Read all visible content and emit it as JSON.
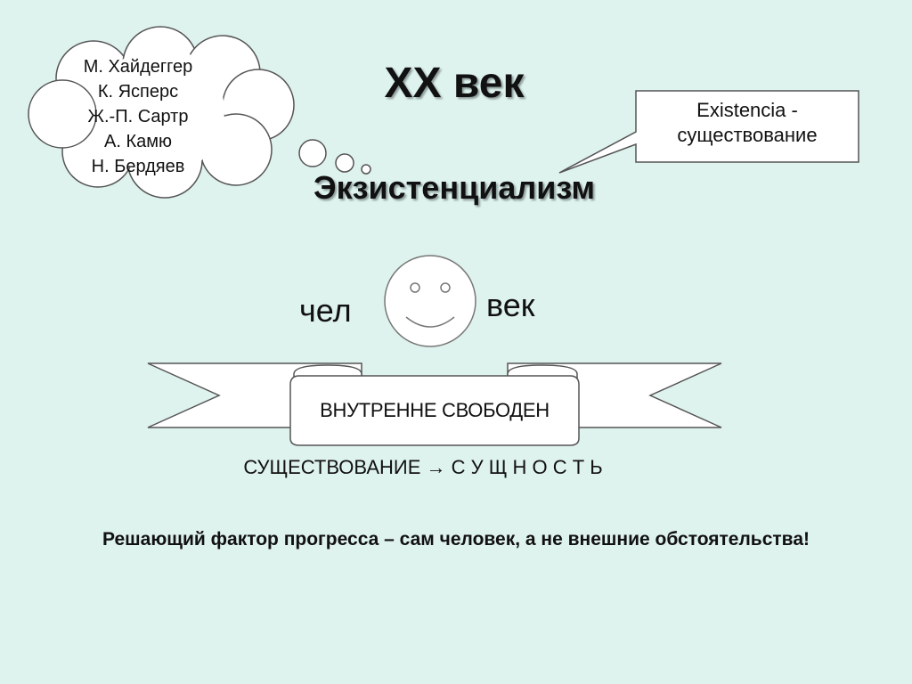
{
  "thinkers_cloud": {
    "names": [
      "М. Хайдеггер",
      "К. Ясперс",
      "Ж.-П. Сартр",
      "А. Камю",
      "Н. Бердяев"
    ]
  },
  "title": "XX век",
  "subtitle": "Экзистенциализм",
  "callout": {
    "line1": "Existencia -",
    "line2": "существование"
  },
  "smiley": {
    "left_word": "чел",
    "right_word": "век",
    "icon": "smiley-face-icon"
  },
  "banner": {
    "text": "ВНУТРЕННЕ СВОБОДЕН"
  },
  "essence_line": {
    "from": "СУЩЕСТВОВАНИЕ",
    "arrow": "→",
    "to": "С У Щ Н О С Т Ь"
  },
  "conclusion": "Решающий фактор прогресса – сам человек, а не внешние обстоятельства!",
  "colors": {
    "background": "#def2ee",
    "shape_fill": "#ffffff",
    "shape_stroke": "#555555",
    "shadow": "#8a9a98"
  }
}
